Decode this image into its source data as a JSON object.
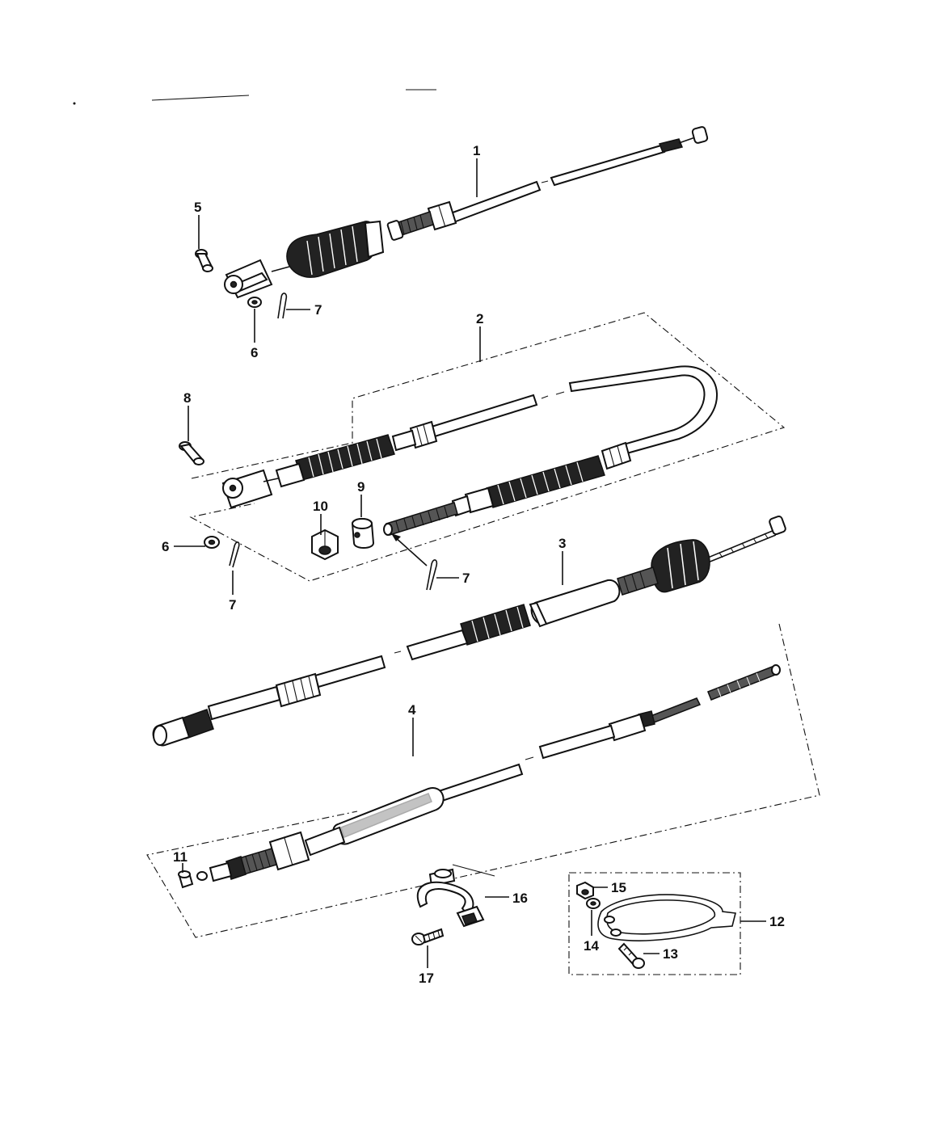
{
  "diagram": {
    "callouts": [
      {
        "id": "1",
        "text": "1"
      },
      {
        "id": "2",
        "text": "2"
      },
      {
        "id": "3",
        "text": "3"
      },
      {
        "id": "4",
        "text": "4"
      },
      {
        "id": "5",
        "text": "5"
      },
      {
        "id": "6a",
        "text": "6"
      },
      {
        "id": "6b",
        "text": "6"
      },
      {
        "id": "7a",
        "text": "7"
      },
      {
        "id": "7b",
        "text": "7"
      },
      {
        "id": "7c",
        "text": "7"
      },
      {
        "id": "8",
        "text": "8"
      },
      {
        "id": "9",
        "text": "9"
      },
      {
        "id": "10",
        "text": "10"
      },
      {
        "id": "11",
        "text": "11"
      },
      {
        "id": "12",
        "text": "12"
      },
      {
        "id": "13",
        "text": "13"
      },
      {
        "id": "14",
        "text": "14"
      },
      {
        "id": "15",
        "text": "15"
      },
      {
        "id": "16",
        "text": "16"
      },
      {
        "id": "17",
        "text": "17"
      }
    ]
  }
}
